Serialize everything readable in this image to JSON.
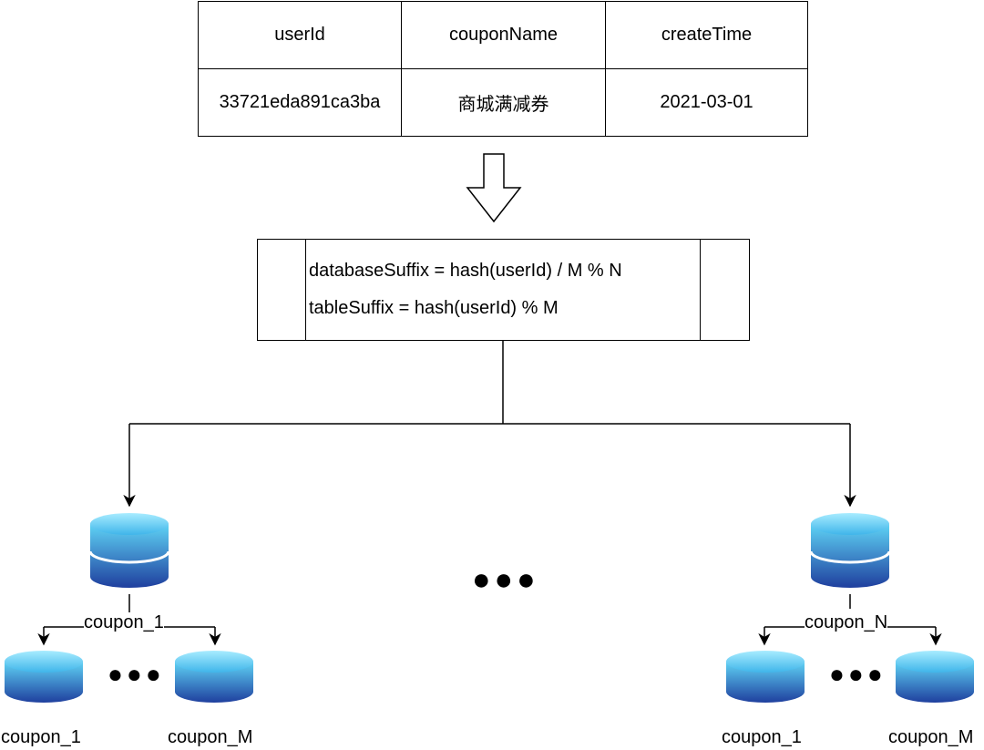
{
  "table": {
    "headers": [
      "userId",
      "couponName",
      "createTime"
    ],
    "row": [
      "33721eda891ca3ba",
      "商城满减券",
      "2021-03-01"
    ]
  },
  "formula": {
    "line1": "databaseSuffix = hash(userId) / M % N",
    "line2": "tableSuffix = hash(userId) % M"
  },
  "databases": {
    "left": {
      "name": "coupon_1",
      "table_first": "coupon_1",
      "table_last": "coupon_M"
    },
    "right": {
      "name": "coupon_N",
      "table_first": "coupon_1",
      "table_last": "coupon_M"
    }
  },
  "ellipsis": "●●●",
  "colors": {
    "db_top": "#5fd3f5",
    "db_bottom": "#1f3f9e",
    "stroke": "#000000"
  }
}
